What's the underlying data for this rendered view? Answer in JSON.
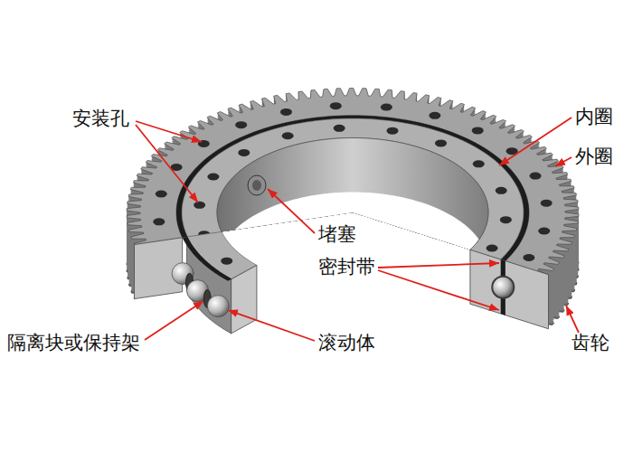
{
  "diagram": {
    "labels": [
      "安装孔",
      "内圈",
      "外圈",
      "堵塞",
      "密封带",
      "隔离块或保持架",
      "滚动体",
      "齿轮"
    ]
  }
}
